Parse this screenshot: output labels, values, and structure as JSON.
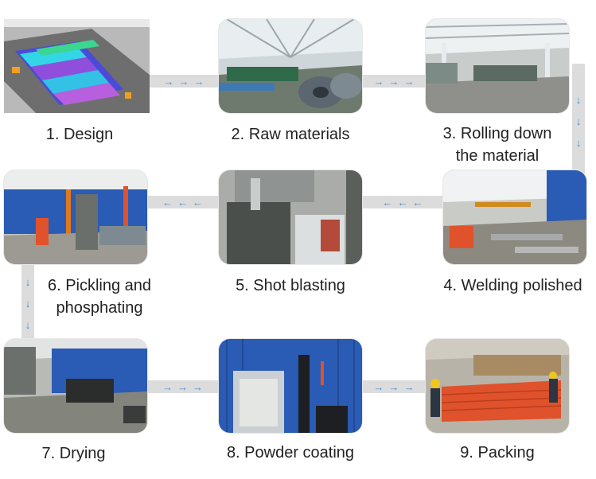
{
  "arrow_glyphs": {
    "right": "→",
    "left": "←",
    "down": "↓"
  },
  "steps": [
    {
      "label": "1. Design",
      "image": "3d-warehouse-rack-design"
    },
    {
      "label": "2. Raw materials",
      "image": "steel-coils-workshop"
    },
    {
      "label": "3. Rolling down\nthe material",
      "image": "rolling-mill-workshop"
    },
    {
      "label": "4. Welding polished",
      "image": "welding-workshop"
    },
    {
      "label": "5. Shot blasting",
      "image": "shot-blasting-machine"
    },
    {
      "label": "6. Pickling and\nphosphating",
      "image": "pickling-tank-line"
    },
    {
      "label": "7. Drying",
      "image": "drying-oven-line"
    },
    {
      "label": "8.  Powder coating",
      "image": "powder-coating-booth"
    },
    {
      "label": "9. Packing",
      "image": "orange-beams-packing"
    }
  ],
  "colors": {
    "arrow": "#3b8fd9",
    "connector": "#dcdcdc",
    "rack_orange": "#e0522b",
    "booth_blue": "#2a5bb5"
  }
}
